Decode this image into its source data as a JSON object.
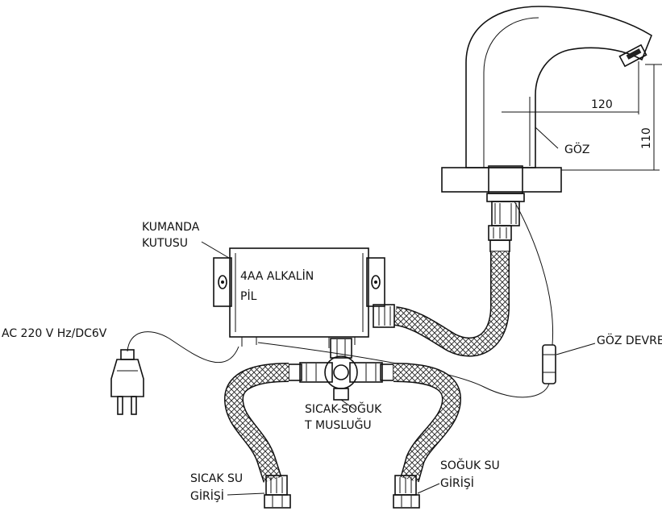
{
  "labels": {
    "control_box_line1": "KUMANDA",
    "control_box_line2": "KUTUSU",
    "battery_line1": "4AA ALKALİN",
    "battery_line2": "PİL",
    "power": "AC 220 V Hz/DC6V",
    "eye": "GÖZ",
    "eye_circuit": "GÖZ DEVRESİ",
    "valve_line1": "SICAK-SOĞUK",
    "valve_line2": "T MUSLUĞU",
    "hot_line1": "SICAK SU",
    "hot_line2": "GİRİŞİ",
    "cold_line1": "SOĞUK SU",
    "cold_line2": "GİRİŞİ"
  },
  "dimensions": {
    "spout_reach": "120",
    "spout_height": "110"
  }
}
